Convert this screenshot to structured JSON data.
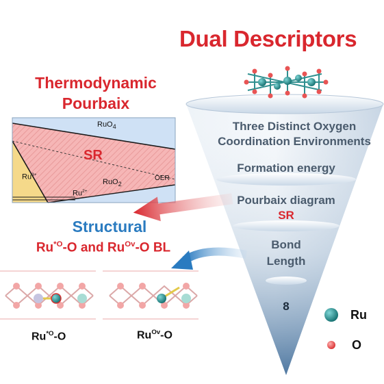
{
  "header": {
    "title": "Dual Descriptors"
  },
  "pourbaix": {
    "heading_line1": "Thermodynamic",
    "heading_line2": "Pourbaix",
    "region_ruo4": "RuO",
    "region_ruo4_sub": "4",
    "region_sr": "SR",
    "region_ru3": "Ru",
    "region_ru3_sup": "3+",
    "region_ruo2": "RuO",
    "region_ruo2_sub": "2",
    "region_ru2": "Ru",
    "region_ru2_sup": "2+",
    "oer_label": "OER"
  },
  "structural": {
    "heading": "Structural",
    "bl_prefix": "Ru",
    "bl_sup1": "*O",
    "bl_mid": "-O and Ru",
    "bl_sup2": "Ov",
    "bl_suffix": "-O BL",
    "left_caption_base": "Ru",
    "left_caption_sup": "*O",
    "left_caption_tail": "-O",
    "right_caption_base": "Ru",
    "right_caption_sup": "Ov",
    "right_caption_tail": "-O"
  },
  "funnel": {
    "level1_line1": "Three Distinct Oxygen",
    "level1_line2": "Coordination Environments",
    "level2": "Formation energy",
    "level3_line1": "Pourbaix diagram",
    "level3_line2": "SR",
    "level4_line1": "Bond",
    "level4_line2": "Length",
    "level5": "8"
  },
  "legend": {
    "ru_label": "Ru",
    "o_label": "O"
  },
  "colors": {
    "title_red": "#d9272e",
    "structural_blue": "#2a7bc0",
    "ru_teal": "#1f8c8c",
    "o_red": "#e85454"
  }
}
